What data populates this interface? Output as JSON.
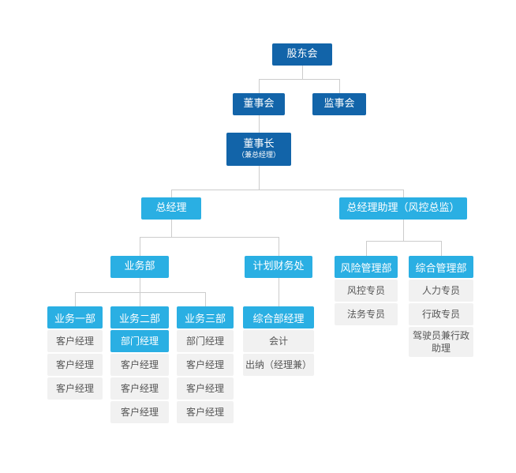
{
  "colors": {
    "primary_dark": "#1264a9",
    "primary_cyan": "#2aafe3",
    "item_bg": "#f1f1f1",
    "item_text": "#555555",
    "line": "#cccccc"
  },
  "nodes": {
    "shareholders": {
      "label": "股东会"
    },
    "board": {
      "label": "董事会"
    },
    "supervisors": {
      "label": "监事会"
    },
    "chairman": {
      "label": "董事长",
      "sublabel": "（兼总经理）"
    },
    "general_manager": {
      "label": "总经理"
    },
    "gm_assistant": {
      "label": "总经理助理（风控总监）"
    },
    "business_dept": {
      "label": "业务部"
    },
    "planning_finance": {
      "label": "计划财务处"
    },
    "risk_dept": {
      "label": "风险管理部"
    },
    "general_admin_dept": {
      "label": "综合管理部"
    },
    "business_1": {
      "label": "业务一部"
    },
    "business_2": {
      "label": "业务二部"
    },
    "business_3": {
      "label": "业务三部"
    },
    "general_office_manager": {
      "label": "综合部经理"
    }
  },
  "lists": {
    "business_1_items": [
      "客户经理",
      "客户经理",
      "客户经理"
    ],
    "business_2_items": [
      "部门经理",
      "客户经理",
      "客户经理",
      "客户经理"
    ],
    "business_3_items": [
      "部门经理",
      "客户经理",
      "客户经理",
      "客户经理"
    ],
    "finance_items": [
      "会计",
      "出纳（经理兼）"
    ],
    "risk_items": [
      "风控专员",
      "法务专员"
    ],
    "general_admin_items": [
      "人力专员",
      "行政专员",
      "驾驶员兼行政助理"
    ]
  }
}
